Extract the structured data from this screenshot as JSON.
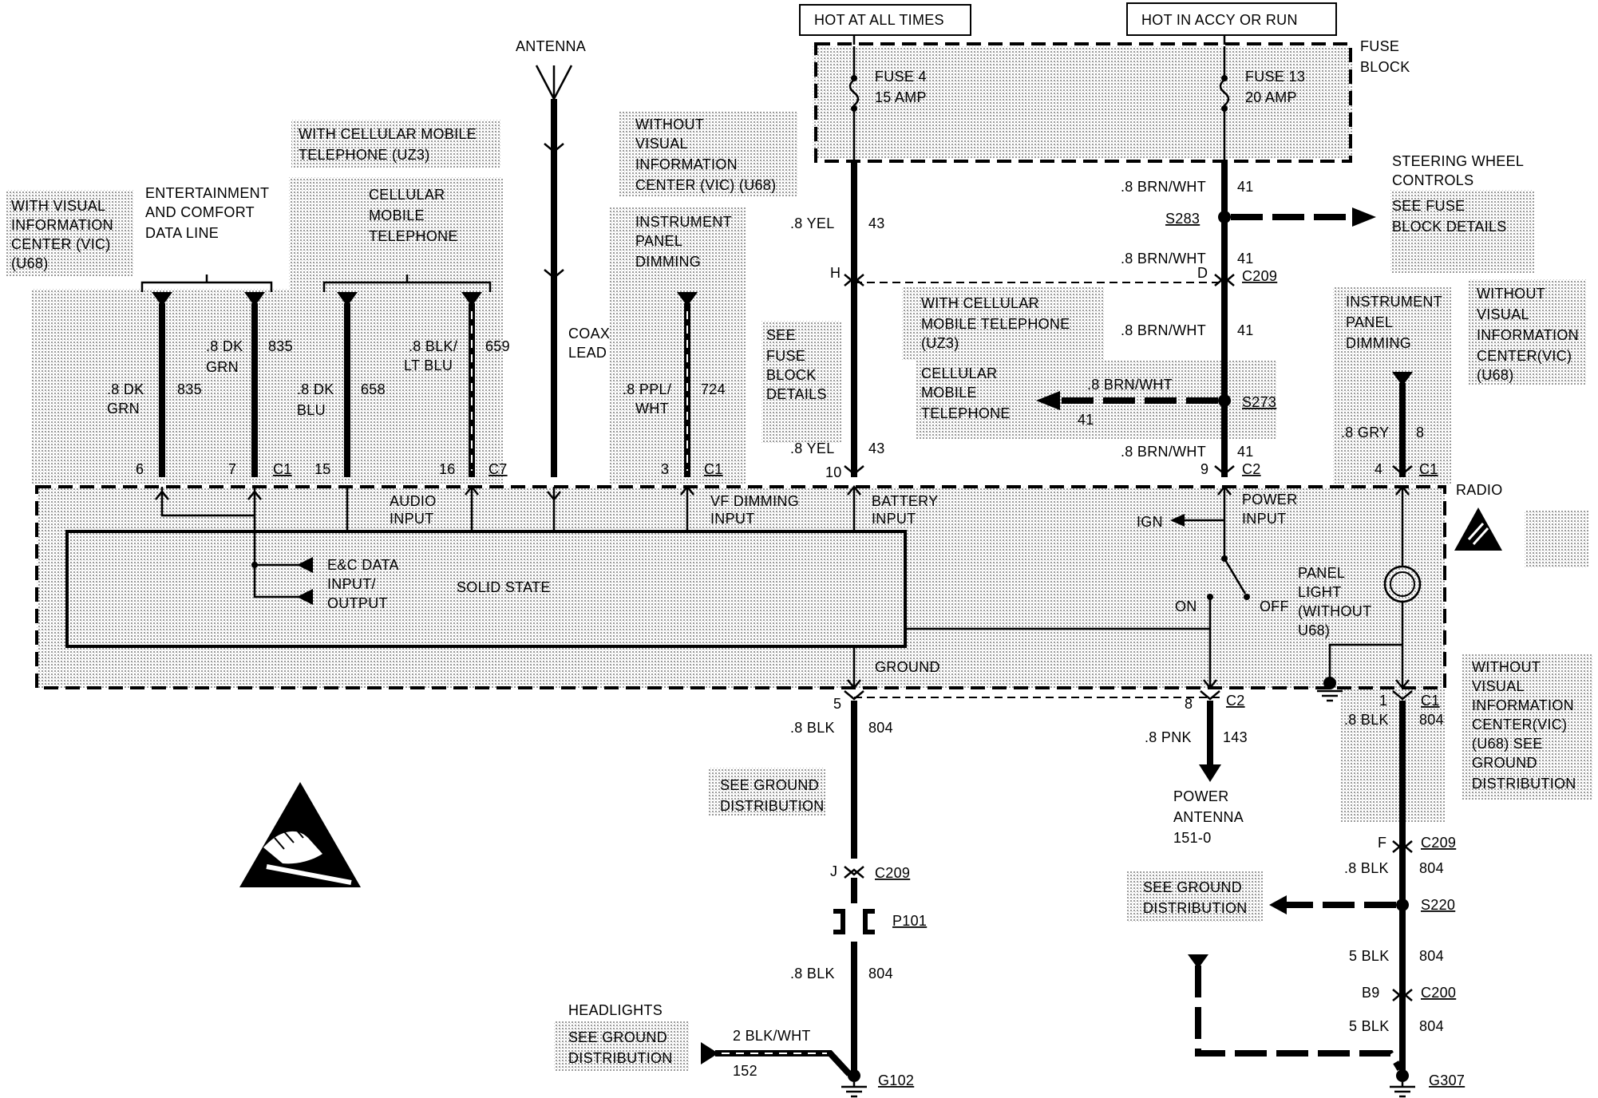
{
  "supply": {
    "hot_all_times": "HOT AT ALL TIMES",
    "hot_accy_run": "HOT IN ACCY OR RUN",
    "fuse_block": [
      "FUSE",
      "BLOCK"
    ],
    "fuse4": [
      "FUSE 4",
      "15 AMP"
    ],
    "fuse13": [
      "FUSE 13",
      "20 AMP"
    ]
  },
  "antenna": {
    "label": "ANTENNA",
    "coax": [
      "COAX",
      "LEAD"
    ]
  },
  "notes": {
    "with_vic": [
      "WITH VISUAL",
      "INFORMATION",
      "CENTER (VIC)",
      "(U68)"
    ],
    "ecdl": [
      "ENTERTAINMENT",
      "AND COMFORT",
      "DATA LINE"
    ],
    "with_cell": [
      "WITH CELLULAR MOBILE",
      "TELEPHONE (UZ3)"
    ],
    "cell_phone": [
      "CELLULAR",
      "MOBILE",
      "TELEPHONE"
    ],
    "without_vic_top": [
      "WITHOUT",
      "VISUAL",
      "INFORMATION",
      "CENTER (VIC) (U68)"
    ],
    "ipd_left": [
      "INSTRUMENT",
      "PANEL",
      "DIMMING"
    ],
    "see_fuse": [
      "SEE",
      "FUSE",
      "BLOCK",
      "DETAILS"
    ],
    "steering": [
      "STEERING WHEEL",
      "CONTROLS"
    ],
    "see_fuse2": [
      "SEE FUSE",
      "BLOCK DETAILS"
    ],
    "with_cell2": [
      "WITH CELLULAR",
      "MOBILE TELEPHONE",
      "(UZ3)"
    ],
    "cell_phone2": [
      "CELLULAR",
      "MOBILE",
      "TELEPHONE"
    ],
    "ipd_right": [
      "INSTRUMENT",
      "PANEL",
      "DIMMING"
    ],
    "without_vic_right": [
      "WITHOUT",
      "VISUAL",
      "INFORMATION",
      "CENTER(VIC)",
      "(U68)"
    ],
    "without_vic_bottom": [
      "WITHOUT",
      "VISUAL",
      "INFORMATION",
      "CENTER(VIC)",
      "(U68) SEE",
      "GROUND",
      "DISTRIBUTION"
    ],
    "see_ground_left": [
      "SEE GROUND",
      "DISTRIBUTION"
    ],
    "see_ground_right": [
      "SEE GROUND",
      "DISTRIBUTION"
    ],
    "headlights": "HEADLIGHTS",
    "see_ground_head": [
      "SEE GROUND",
      "DISTRIBUTION"
    ]
  },
  "radio": {
    "label": "RADIO",
    "audio_input": [
      "AUDIO",
      "INPUT"
    ],
    "vf_dimming": [
      "VF DIMMING",
      "INPUT"
    ],
    "battery_input": [
      "BATTERY",
      "INPUT"
    ],
    "power_input": [
      "POWER",
      "INPUT"
    ],
    "ign": "IGN",
    "ecdata": [
      "E&C DATA",
      "INPUT/",
      "OUTPUT"
    ],
    "solid_state": "SOLID STATE",
    "on": "ON",
    "off": "OFF",
    "panel_light": [
      "PANEL",
      "LIGHT",
      "(WITHOUT",
      "U68)"
    ],
    "ground": "GROUND"
  },
  "wires": {
    "w835a": [
      ".8 DK",
      "GRN",
      "835"
    ],
    "w835b": [
      ".8 DK",
      "GRN",
      "835"
    ],
    "w658": [
      ".8 DK",
      "BLU",
      "658"
    ],
    "w659": [
      ".8 BLK/",
      "LT BLU",
      "659"
    ],
    "w724": [
      ".8 PPL/",
      "WHT",
      "724"
    ],
    "w43a": [
      ".8 YEL",
      "43"
    ],
    "w43b": [
      ".8 YEL",
      "43"
    ],
    "w41a": [
      ".8 BRN/WHT",
      "41"
    ],
    "w41b": [
      ".8 BRN/WHT",
      "41"
    ],
    "w41c": [
      ".8 BRN/WHT",
      "41"
    ],
    "w41d": [
      ".8 BRN/WHT",
      "41"
    ],
    "w41e": [
      ".8 BRN/WHT",
      "41"
    ],
    "w8": [
      ".8 GRY",
      "8"
    ],
    "w804a": [
      ".8 BLK",
      "804"
    ],
    "w804b": [
      ".8 BLK",
      "804"
    ],
    "w143": [
      ".8 PNK",
      "143"
    ],
    "w804c": [
      ".8 BLK",
      "804"
    ],
    "w804d": [
      ".8 BLK",
      "804"
    ],
    "w804e": [
      "5 BLK",
      "804"
    ],
    "w804f": [
      "5 BLK",
      "804"
    ],
    "w152": [
      "2 BLK/WHT",
      "152"
    ]
  },
  "connectors": {
    "p6": "6",
    "p7": "7",
    "c1a": "C1",
    "p15": "15",
    "p16": "16",
    "c7": "C7",
    "p3": "3",
    "c1b": "C1",
    "p10": "10",
    "p9": "9",
    "c2a": "C2",
    "p4": "4",
    "c1c": "C1",
    "h": "H",
    "d": "D",
    "c209a": "C209",
    "s283": "S283",
    "s273": "S273",
    "p5": "5",
    "p8": "8",
    "c2b": "C2",
    "p1": "1",
    "c1d": "C1",
    "j": "J",
    "c209b": "C209",
    "p101": "P101",
    "g102": "G102",
    "f": "F",
    "c209c": "C209",
    "s220": "S220",
    "b9": "B9",
    "c200": "C200",
    "g307": "G307"
  },
  "power_antenna": [
    "POWER",
    "ANTENNA",
    "151-0"
  ]
}
